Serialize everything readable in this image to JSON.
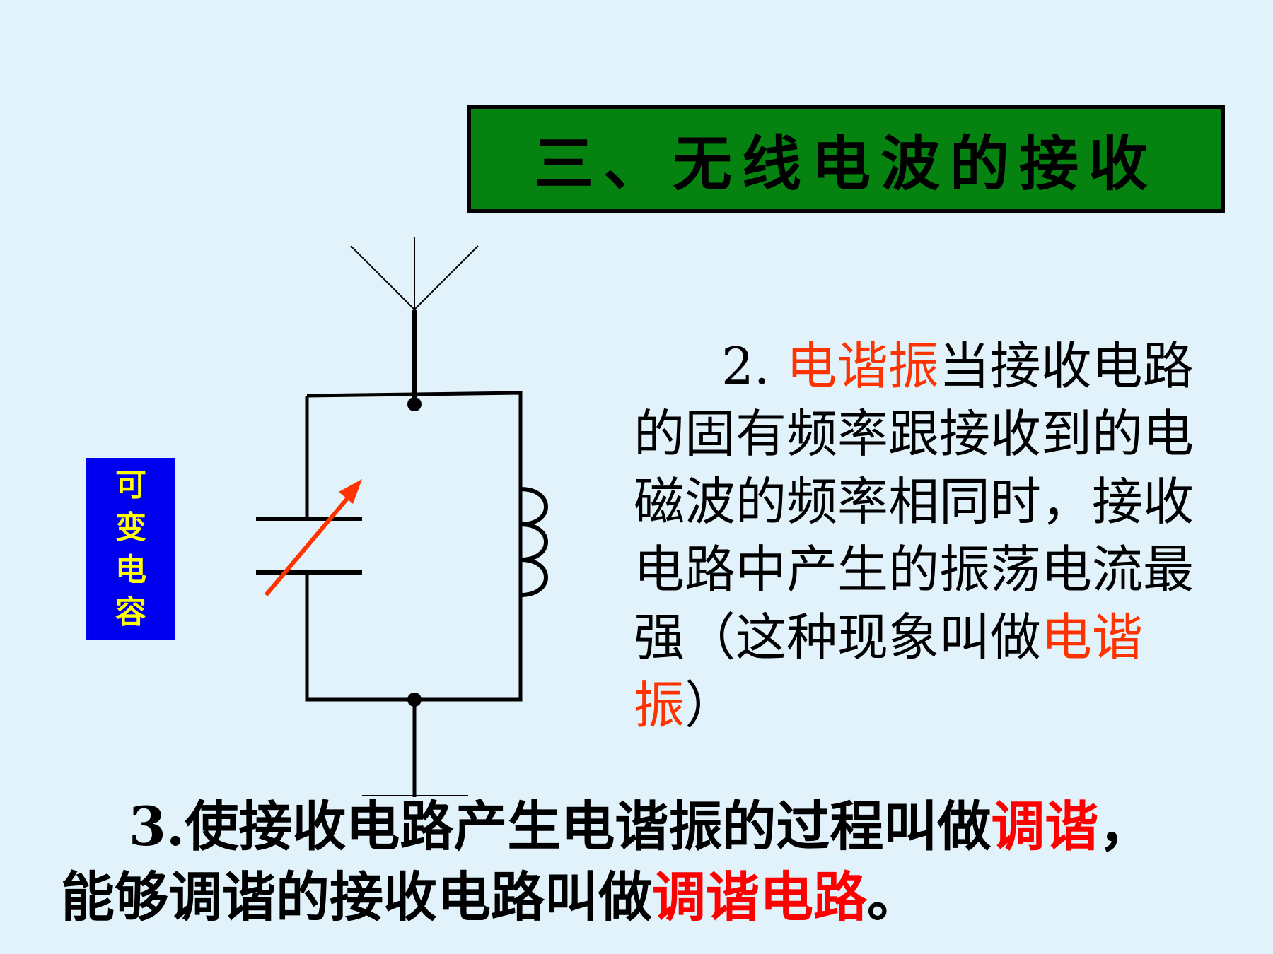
{
  "title": "三、无线电波的接收",
  "side_label": [
    "可",
    "变",
    "电",
    "容"
  ],
  "point2": {
    "number": "2. ",
    "term": "电谐振",
    "text": "当接收电路的固有频率跟接收到的电磁波的频率相同时，接收电路中产生的振荡电流最强（这种现象叫做",
    "term_again": "电谐振",
    "close": "）"
  },
  "point3": {
    "number": "3.",
    "text1": "使接收电路产生电谐振的过程叫做",
    "term1": "调谐",
    "comma": "，",
    "text2": "能够调谐的接收电路叫做",
    "term2": "调谐电路",
    "period": "。"
  },
  "colors": {
    "background": "#e2f2fb",
    "title_bg": "#058210",
    "label_bg": "#0000f0",
    "label_text": "#ffff00",
    "highlight": "#ff3300",
    "arrow": "#ff3300"
  }
}
